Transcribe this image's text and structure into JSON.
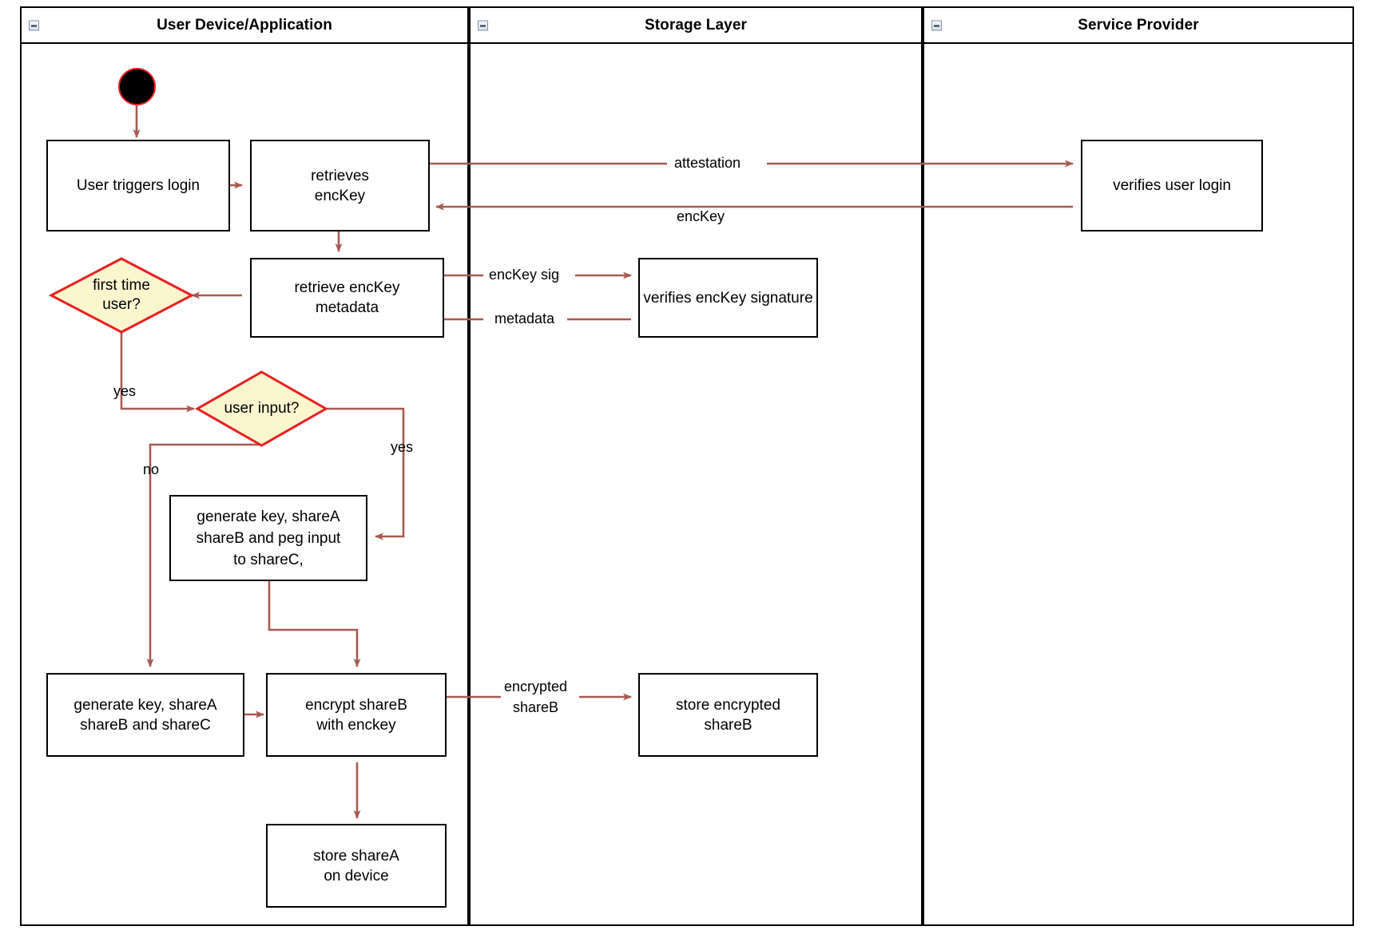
{
  "diagram": {
    "kind": "uml-activity-swimlane",
    "accent_arrow_color": "#a85a50",
    "decision_fill": "#fcf6cf",
    "decision_stroke": "#e8201f",
    "start_fill": "#000000",
    "start_stroke": "#e8201f"
  },
  "lanes": [
    {
      "title": "User Device/Application",
      "collapse_icon": "minus-box-icon"
    },
    {
      "title": "Storage Layer",
      "collapse_icon": "minus-box-icon"
    },
    {
      "title": "Service Provider",
      "collapse_icon": "minus-box-icon"
    }
  ],
  "nodes": {
    "start": {
      "kind": "initial-node"
    },
    "user_triggers_login": {
      "label": "User triggers login"
    },
    "retrieves_enckey": {
      "label": "retrieves\nencKey"
    },
    "verifies_user_login": {
      "label": "verifies user login"
    },
    "retrieve_enckey_metadata": {
      "label": "retrieve encKey\nmetadata"
    },
    "verifies_enckey_signature": {
      "label": "verifies encKey signature"
    },
    "first_time_user": {
      "label": "first time\nuser?"
    },
    "user_input": {
      "label": "user input?"
    },
    "generate_peg_input": {
      "label": "generate key, shareA\nshareB and peg input\nto shareC,"
    },
    "generate_shares": {
      "label": "generate key, shareA\nshareB and shareC"
    },
    "encrypt_shareb": {
      "label": "encrypt shareB\nwith enckey"
    },
    "store_encrypted_shareb": {
      "label": "store encrypted\nshareB"
    },
    "store_sharea": {
      "label": "store shareA\non device"
    }
  },
  "edge_labels": {
    "attestation": "attestation",
    "enckey": "encKey",
    "enckey_sig": "encKey sig",
    "metadata": "metadata",
    "yes_first_time": "yes",
    "yes_user_input": "yes",
    "no_user_input": "no",
    "encrypted_shareb": "encrypted\nshareB"
  }
}
